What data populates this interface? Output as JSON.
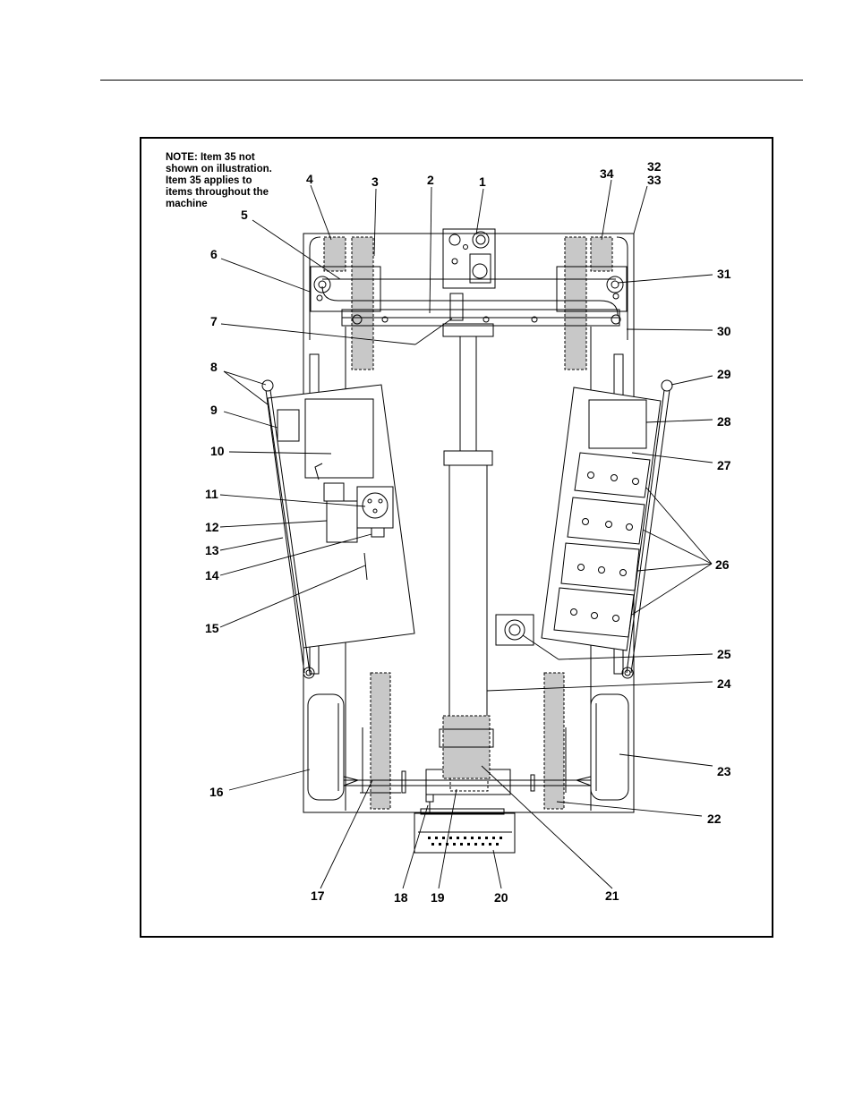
{
  "note": {
    "lines": [
      "NOTE: Item 35 not",
      "shown on illustration.",
      "Item 35 applies to",
      "items throughout the",
      "machine"
    ]
  },
  "callouts": [
    "1",
    "2",
    "3",
    "4",
    "5",
    "6",
    "7",
    "8",
    "9",
    "10",
    "11",
    "12",
    "13",
    "14",
    "15",
    "16",
    "17",
    "18",
    "19",
    "20",
    "21",
    "22",
    "23",
    "24",
    "25",
    "26",
    "27",
    "28",
    "29",
    "30",
    "31",
    "32",
    "33",
    "34"
  ],
  "colors": {
    "line": "#000000",
    "shade": "#c8c8c8",
    "paper": "#ffffff"
  }
}
